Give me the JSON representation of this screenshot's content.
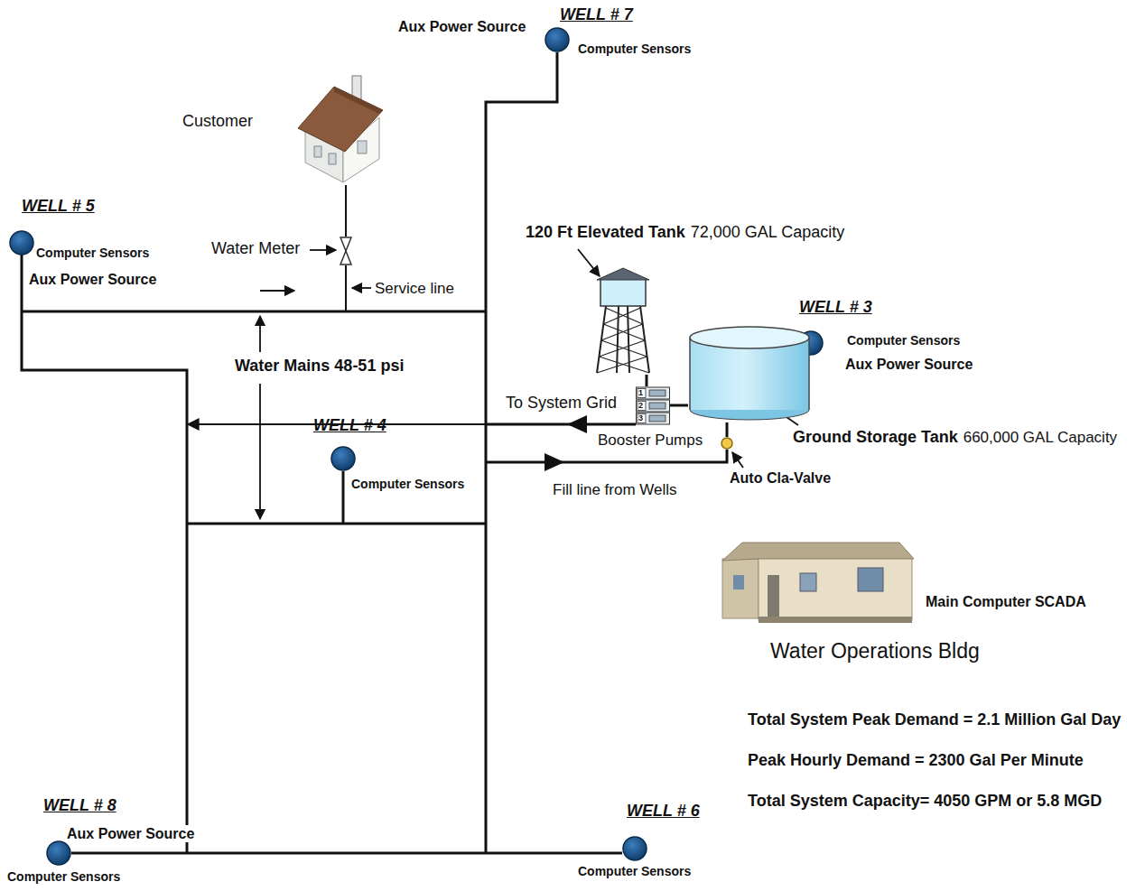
{
  "diagram": {
    "nodes": [
      {
        "text": [
          "WELL # 7",
          "Computer Sensors",
          "Aux Power Source"
        ]
      },
      {
        "text": [
          "WELL # 5",
          "Computer Sensors",
          "Aux Power Source"
        ]
      },
      {
        "text": [
          "Customer"
        ]
      },
      {
        "text": [
          "Water Meter"
        ]
      },
      {
        "text": [
          "120 Ft Elevated Tank",
          "72,000 GAL Capacity"
        ]
      },
      {
        "text": [
          "WELL # 3",
          "Computer Sensors",
          "Aux Power Source"
        ]
      },
      {
        "text": [
          "Ground Storage Tank",
          "660,000 GAL Capacity"
        ]
      },
      {
        "text": [
          "Booster Pumps"
        ]
      },
      {
        "text": [
          "Auto Cla-Valve"
        ]
      },
      {
        "text": [
          "WELL # 4",
          "Computer Sensors"
        ]
      },
      {
        "text": [
          "Main Computer SCADA",
          "Water Operations Bldg"
        ]
      },
      {
        "text": [
          "WELL # 8",
          "Aux Power Source",
          "Computer Sensors"
        ]
      },
      {
        "text": [
          "WELL # 6",
          "Computer Sensors"
        ]
      }
    ],
    "edges": [
      {
        "from": 2,
        "to": 3,
        "arrow": "none"
      },
      {
        "from": 4,
        "to": 7,
        "arrow": "none"
      },
      {
        "from": 7,
        "to": 6,
        "arrow": "none"
      },
      {
        "from": 6,
        "to": 8,
        "arrow": "none"
      },
      {
        "from": 11,
        "to": 12,
        "arrow": "none"
      }
    ],
    "labels": [
      "Service line",
      "Water Mains 48-51 psi",
      "To System Grid",
      "Fill line from Wells",
      "1",
      "2",
      "3",
      "Total System Peak Demand = 2.1 Million Gal Day",
      "Peak Hourly Demand = 2300 Gal Per Minute",
      "Total System Capacity= 4050 GPM or 5.8 MGD"
    ]
  }
}
